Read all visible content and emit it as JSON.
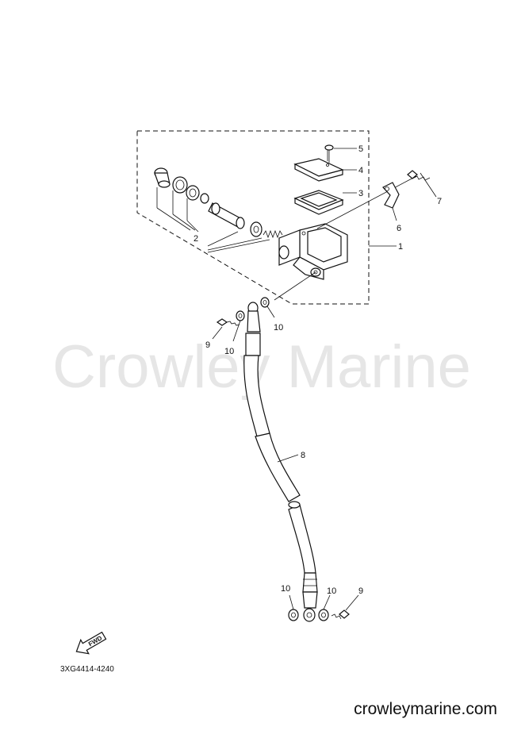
{
  "watermark": "Crowley Marine",
  "website": "crowleymarine.com",
  "diagram_code": "3XG4414-4240",
  "fwd_label": "FWD",
  "callouts": {
    "c1": "1",
    "c2": "2",
    "c3": "3",
    "c4": "4",
    "c5": "5",
    "c6": "6",
    "c7": "7",
    "c8": "8",
    "c9_top": "9",
    "c9_bottom": "9",
    "c10_top_right": "10",
    "c10_top_left": "10",
    "c10_bottom_left": "10",
    "c10_bottom_right": "10"
  }
}
